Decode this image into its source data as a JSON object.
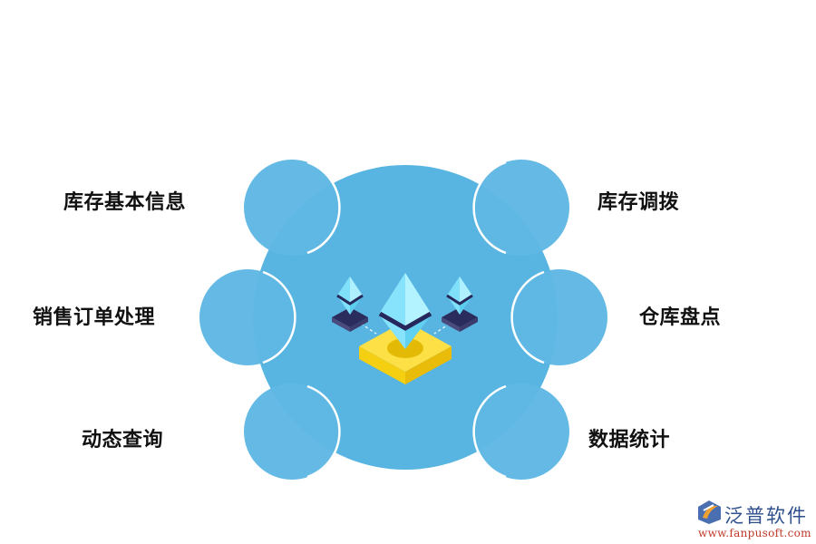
{
  "diagram": {
    "colors": {
      "main_circle": "#58b5e1",
      "node_circle": "#5fb8e4",
      "node_stroke": "#ffffff",
      "gem_light": "#7fe0fa",
      "gem_dark": "#26275a",
      "base_yellow": "#fcd615",
      "base_yellow_dark": "#e8c20c",
      "label": "#111111"
    },
    "center_icon": "ethereum-crystals-on-platform-icon",
    "nodes": [
      {
        "id": "top-left",
        "label": "库存基本信息"
      },
      {
        "id": "top-right",
        "label": "库存调拨"
      },
      {
        "id": "middle-left",
        "label": "销售订单处理"
      },
      {
        "id": "middle-right",
        "label": "仓库盘点"
      },
      {
        "id": "bottom-left",
        "label": "动态查询"
      },
      {
        "id": "bottom-right",
        "label": "数据统计"
      }
    ]
  },
  "watermark": {
    "brand": "泛普软件",
    "url": "www.fanpusoft.com",
    "icon": "fanpu-logo-icon"
  }
}
